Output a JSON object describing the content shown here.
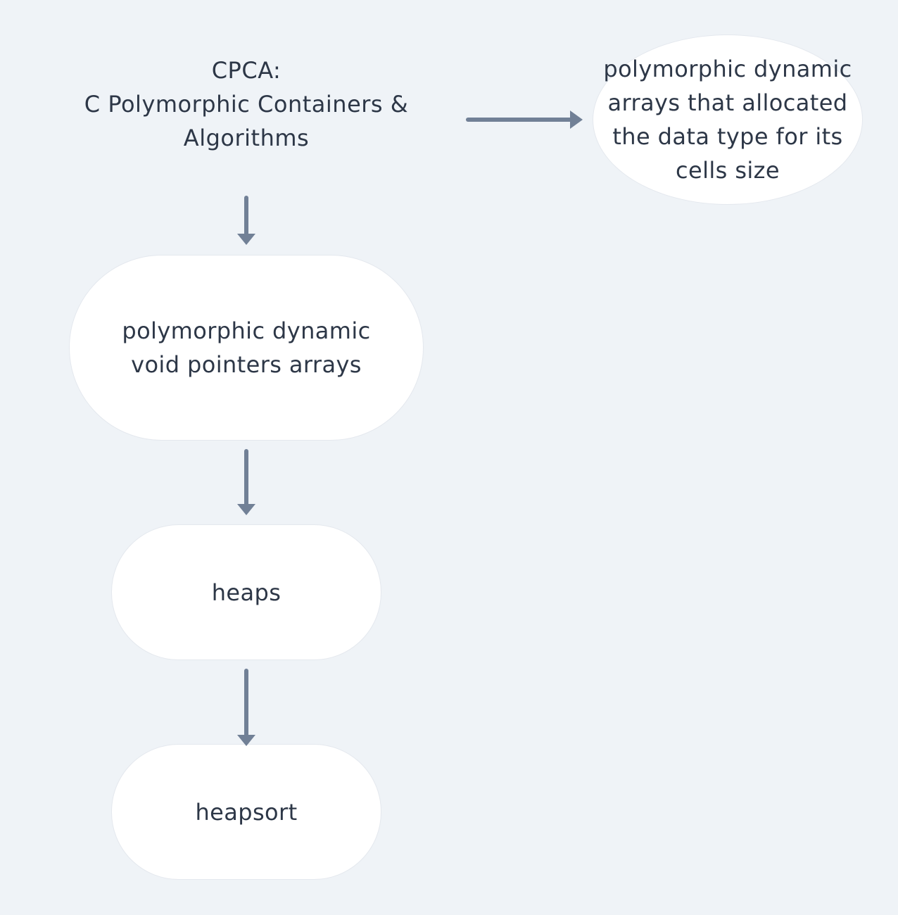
{
  "diagram": {
    "title_lines": [
      "CPCA:",
      "C Polymorphic Containers &",
      "Algorithms"
    ],
    "nodes": {
      "allocated_arrays": "polymorphic dynamic arrays that allocated the data type for its cells size",
      "void_pointer_arrays": "polymorphic dynamic void pointers arrays",
      "heaps": "heaps",
      "heapsort": "heapsort"
    },
    "edges": [
      {
        "from": "title",
        "to": "allocated_arrays"
      },
      {
        "from": "title",
        "to": "void_pointer_arrays"
      },
      {
        "from": "void_pointer_arrays",
        "to": "heaps"
      },
      {
        "from": "heaps",
        "to": "heapsort"
      }
    ]
  },
  "colors": {
    "background": "#eff3f7",
    "node_fill": "#ffffff",
    "text": "#2d3747",
    "arrow": "#718096"
  }
}
